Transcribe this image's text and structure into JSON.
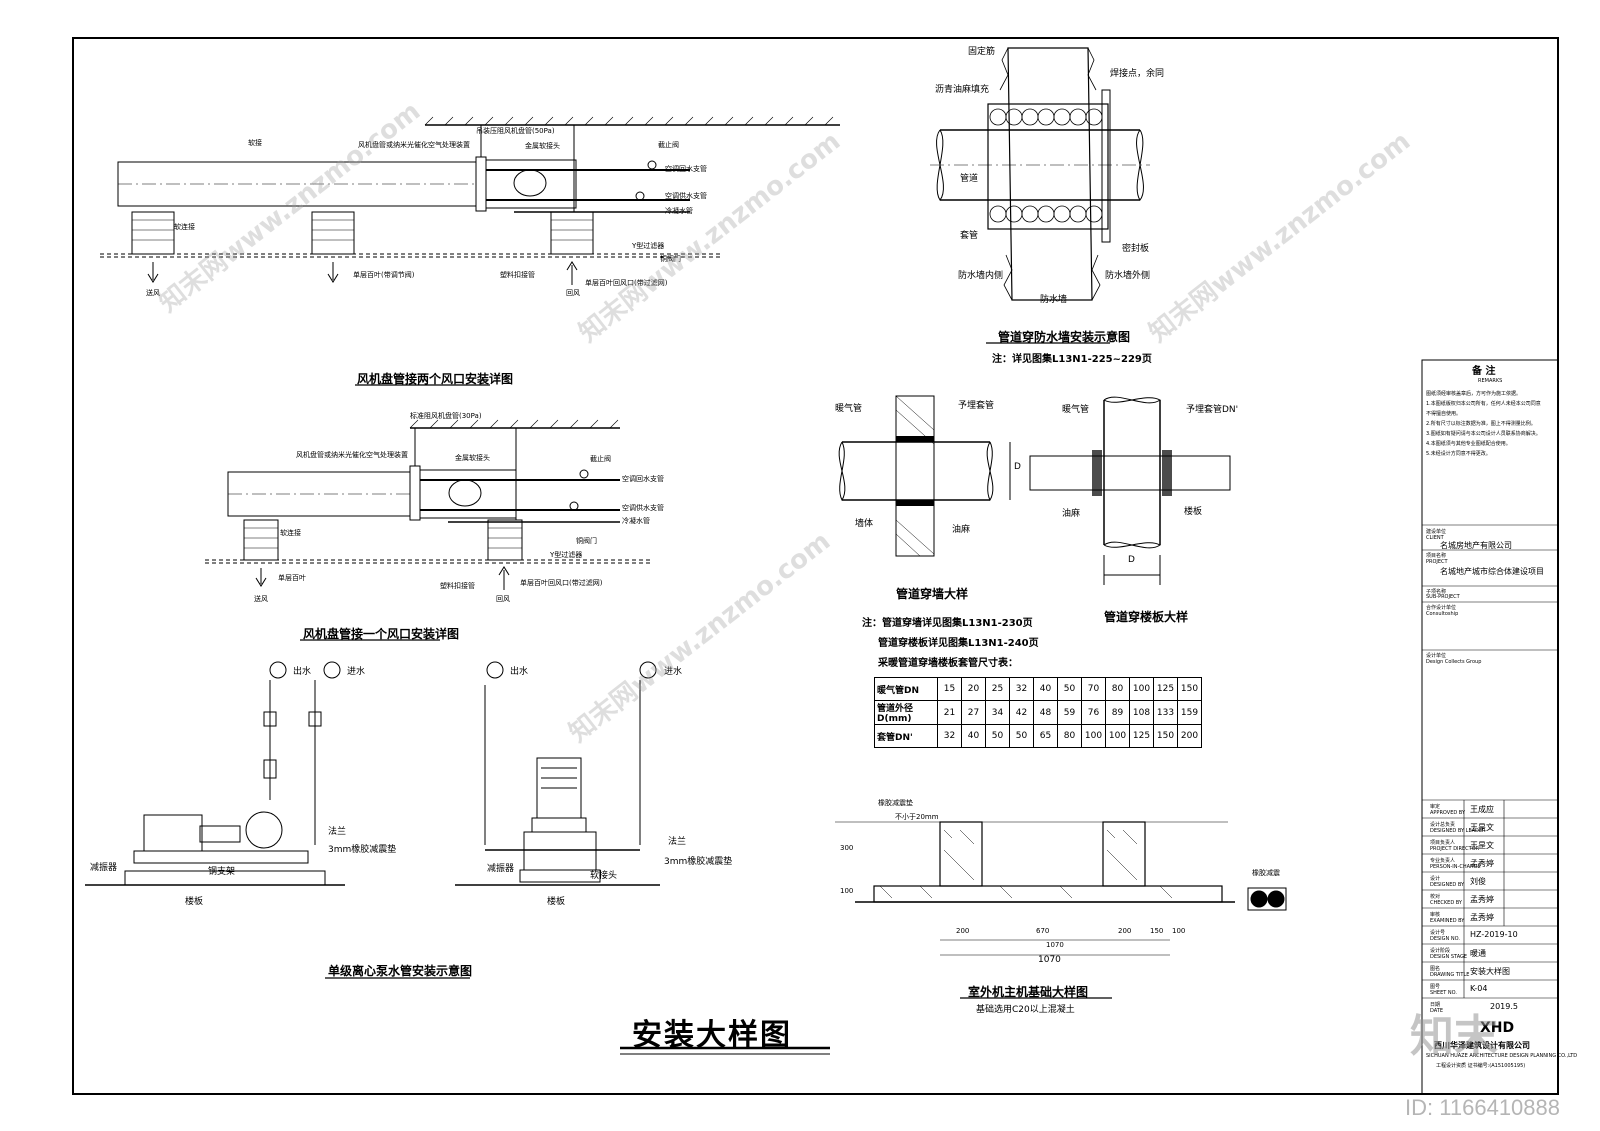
{
  "fan_coil_two": {
    "title": "风机盘管接两个风口安装详图",
    "labels": [
      "吊装压阻风机盘管(50Pa)",
      "风机盘管或纳米光催化空气处理装置",
      "金属软接头",
      "截止阀",
      "空调回水支管",
      "空调供水支管",
      "冷凝水管",
      "软接",
      "软连接",
      "Y型过滤器",
      "铜阀门",
      "单层百叶回风口(带过滤网)",
      "塑料扣接管",
      "单层百叶(带调节阀)",
      "送风",
      "回风"
    ]
  },
  "fan_coil_one": {
    "title": "风机盘管接一个风口安装详图",
    "labels": [
      "标准阻风机盘管(30Pa)",
      "风机盘管或纳米光催化空气处理装置",
      "金属软接头",
      "截止阀",
      "空调回水支管",
      "空调供水支管",
      "冷凝水管",
      "软连接",
      "铜阀门",
      "Y型过滤器",
      "单层百叶",
      "单层百叶回风口(带过滤网)",
      "塑料扣接管",
      "送风",
      "回风"
    ]
  },
  "waterproof_wall": {
    "title": "管道穿防水墙安装示意图",
    "note": "注：详见图集L13N1-225~229页",
    "labels": [
      "固定筋",
      "焊接点，余同",
      "沥青油麻填充",
      "管道",
      "套管",
      "密封板",
      "防水墙内侧",
      "防水墙外侧",
      "防水墙"
    ]
  },
  "wall_detail": {
    "title": "管道穿墙大样",
    "labels": [
      "暖气管",
      "予埋套管",
      "墙体",
      "油麻",
      "D"
    ]
  },
  "floor_detail": {
    "title": "管道穿楼板大样",
    "labels": [
      "暖气管",
      "予埋套管DN'",
      "油麻",
      "楼板",
      "D"
    ]
  },
  "notes": {
    "line1": "注：管道穿墙详见图集L13N1-230页",
    "line2": "管道穿楼板详见图集L13N1-240页",
    "line3": "采暖管道穿墙楼板套管尺寸表："
  },
  "sleeve_table": {
    "rows": [
      {
        "header": "暖气管DN",
        "values": [
          "15",
          "20",
          "25",
          "32",
          "40",
          "50",
          "70",
          "80",
          "100",
          "125",
          "150"
        ]
      },
      {
        "header": "管道外径D(mm)",
        "values": [
          "21",
          "27",
          "34",
          "42",
          "48",
          "59",
          "76",
          "89",
          "108",
          "133",
          "159"
        ]
      },
      {
        "header": "套管DN'",
        "values": [
          "32",
          "40",
          "50",
          "50",
          "65",
          "80",
          "100",
          "100",
          "125",
          "150",
          "200"
        ]
      }
    ]
  },
  "pump": {
    "title": "单级离心泵水管安装示意图",
    "labels": [
      "出水",
      "进水",
      "出水",
      "进水",
      "法兰",
      "3mm橡胶减震垫",
      "减振器",
      "钢支架",
      "楼板",
      "法兰",
      "3mm橡胶减震垫",
      "减振器",
      "软接头",
      "楼板"
    ]
  },
  "foundation": {
    "title": "室外机主机基础大样图",
    "note": "基础选用C20以上混凝土",
    "labels": [
      "橡胶减震垫",
      "不小于20mm",
      "橡胶减震",
      "200",
      "670",
      "200",
      "150",
      "100",
      "1070",
      "1070",
      "300",
      "100"
    ]
  },
  "main_title": "安装大样图",
  "title_block": {
    "remarks_title": "备 注",
    "remarks_sub": "REMARKS",
    "remarks": [
      "图纸须经审核盖章后，方可作为施工依据。",
      "1.本图纸版权归本公司所有，任何人未经本公司同意",
      "  不得擅自使用。",
      "2.所有尺寸以标注数据为准，图上不得测量比例。",
      "3.图纸如有疑问请与本公司设计人员联系协商解决。",
      "4.本图纸须与其他专业图纸配合使用。",
      "5.未经设计方同意不得更改。"
    ],
    "client_label": "建设单位",
    "client_label_en": "CLIENT",
    "client": "名城房地产有限公司",
    "project_label": "项目名称",
    "project_label_en": "PROJECT",
    "project": "名城地产城市综合体建设项目",
    "subproject_label": "子项名称",
    "subproject_label_en": "SUB-PROJECT",
    "consult_label": "合作设计单位",
    "consult_label_en": "Consultoship",
    "design_label": "设计单位",
    "design_label_en": "Design Collects Group",
    "sign_rows": [
      {
        "role": "审定",
        "role_en": "APPROVED BY",
        "name": "王成应"
      },
      {
        "role": "设计总负责",
        "role_en": "DESIGNED BY LEADER",
        "name": "王昰文"
      },
      {
        "role": "项目负责人",
        "role_en": "PROJECT DIRECTOR",
        "name": "王昰文"
      },
      {
        "role": "专业负责人",
        "role_en": "PERSON-IN-CHARGE",
        "name": "孟秀婷"
      },
      {
        "role": "设计",
        "role_en": "DESIGNED BY",
        "name": "刘俊"
      },
      {
        "role": "校对",
        "role_en": "CHECKED BY",
        "name": "孟秀婷"
      },
      {
        "role": "审核",
        "role_en": "EXAMINED BY",
        "name": "孟秀婷"
      }
    ],
    "design_no_label": "设计号",
    "design_no_label_en": "DESIGN NO.",
    "design_no": "HZ-2019-10",
    "stage_label": "设计阶段",
    "stage_label_en": "DESIGN STAGE",
    "stage": "暖通",
    "drawing_title_label": "图名",
    "drawing_title_label_en": "DRAWING TITLE",
    "drawing_title": "安装大样图",
    "sheet_no_label": "图号",
    "sheet_no_label_en": "SHEET NO.",
    "sheet_no": "K-04",
    "date_label": "日期",
    "date_label_en": "DATE",
    "date": "2019.5",
    "company_logo": "XHD",
    "company": "西川华泽建筑设计有限公司",
    "company_en": "SICHUAN HUAZE ARCHITECTURE DESIGN PLANNING CO.,LTD",
    "cert": "工程设计资质 证书编号:(A151005195)"
  },
  "watermark": {
    "text": "知末网www.znzmo.com",
    "logo": "知末",
    "id": "ID: 1166410888"
  }
}
